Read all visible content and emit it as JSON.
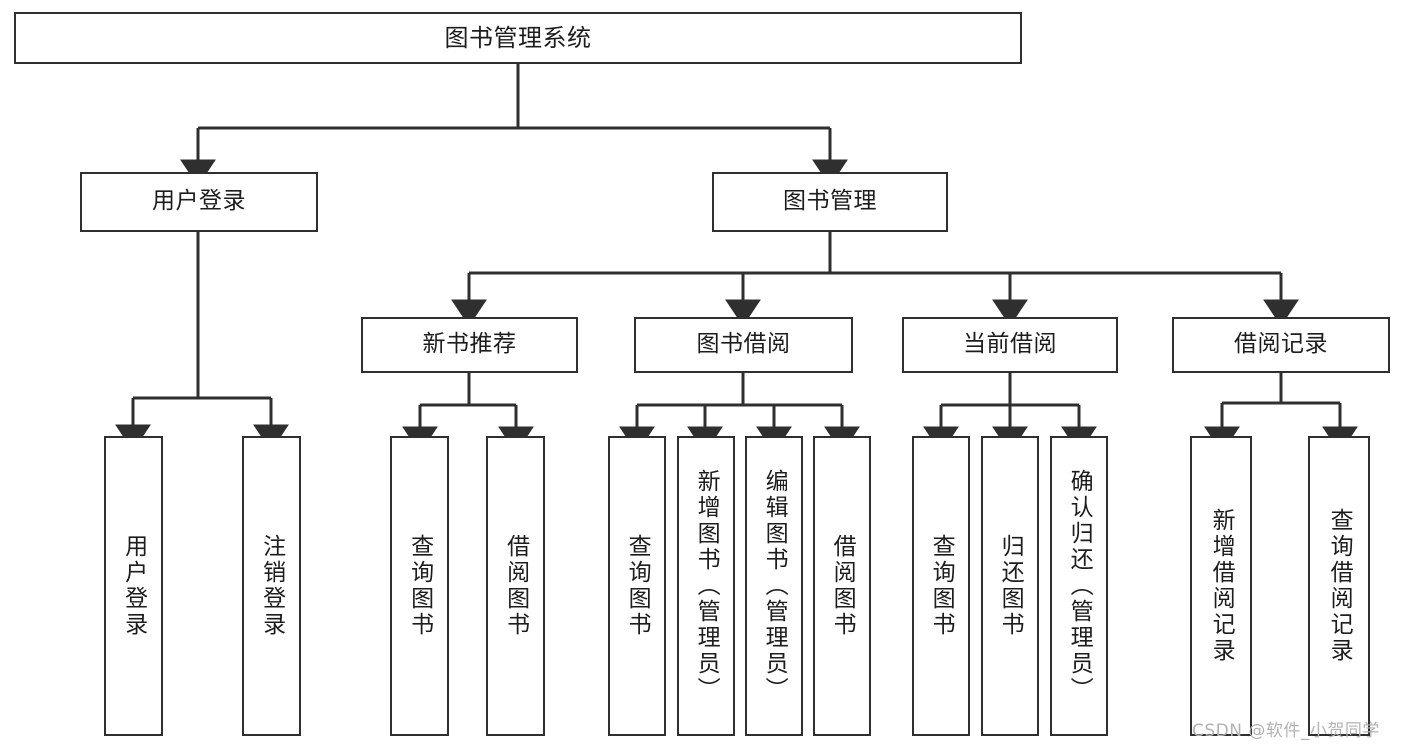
{
  "diagram": {
    "title": "图书管理系统",
    "type": "hierarchy-tree",
    "watermark": "CSDN @软件_小贺同学",
    "colors": {
      "stroke": "#2f2f2f",
      "fill": "#ffffff",
      "text": "#1d1d1d",
      "watermark": "#b3b3b3"
    },
    "levels": {
      "level1": [
        "图书管理系统"
      ],
      "level2": [
        "用户登录",
        "图书管理"
      ],
      "level3": [
        "新书推荐",
        "图书借阅",
        "当前借阅",
        "借阅记录"
      ],
      "level4": [
        "用户登录",
        "注销登录",
        "查询图书",
        "借阅图书",
        "查询图书",
        "新增图书（管理员）",
        "编辑图书（管理员）",
        "借阅图书",
        "查询图书",
        "归还图书",
        "确认归还（管理员）",
        "新增借阅记录",
        "查询借阅记录"
      ]
    },
    "nodes": {
      "root": {
        "label": "图书管理系统"
      },
      "user_login": {
        "label": "用户登录"
      },
      "book_mgmt": {
        "label": "图书管理"
      },
      "new_book_rec": {
        "label": "新书推荐"
      },
      "book_borrow": {
        "label": "图书借阅"
      },
      "current_borrow": {
        "label": "当前借阅"
      },
      "borrow_record": {
        "label": "借阅记录"
      },
      "leaf_user_login": {
        "label": "用户登录"
      },
      "leaf_logout": {
        "label": "注销登录"
      },
      "leaf_query_book_1": {
        "label": "查询图书"
      },
      "leaf_borrow_book_1": {
        "label": "借阅图书"
      },
      "leaf_query_book_2": {
        "label": "查询图书"
      },
      "leaf_add_book": {
        "label": "新增图书（管理员）"
      },
      "leaf_edit_book": {
        "label": "编辑图书（管理员）"
      },
      "leaf_borrow_book_2": {
        "label": "借阅图书"
      },
      "leaf_query_book_3": {
        "label": "查询图书"
      },
      "leaf_return_book": {
        "label": "归还图书"
      },
      "leaf_confirm_return": {
        "label": "确认归还（管理员）"
      },
      "leaf_add_record": {
        "label": "新增借阅记录"
      },
      "leaf_query_record": {
        "label": "查询借阅记录"
      }
    }
  }
}
